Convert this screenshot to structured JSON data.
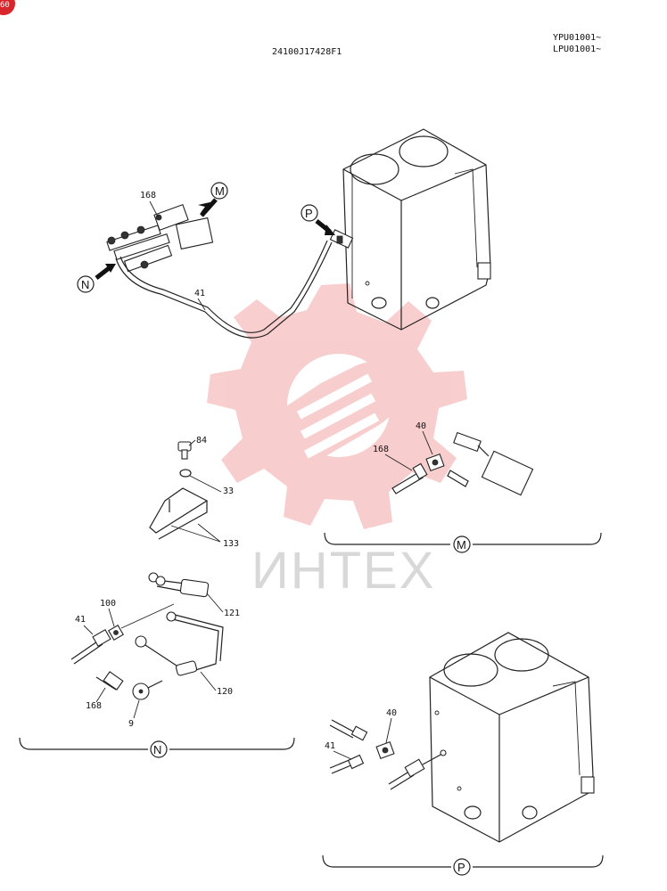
{
  "header": {
    "page_badge": "60",
    "drawing_number": "24100J17428F1",
    "serial_line_1": "YPU01001~",
    "serial_line_2": "LPU01001~"
  },
  "watermark": {
    "text": "ИНТЕХ",
    "color": "#f7c9c9"
  },
  "callouts": {
    "main_M": "M",
    "main_N": "N",
    "main_P": "P",
    "section_M": "M",
    "section_N": "N",
    "section_P": "P"
  },
  "labels": {
    "main_168": "168",
    "main_41": "41",
    "m_84": "84",
    "m_33": "33",
    "m_133": "133",
    "m_168": "168",
    "m_40": "40",
    "n_100": "100",
    "n_41": "41",
    "n_121": "121",
    "n_120": "120",
    "n_168": "168",
    "n_9": "9",
    "p_40": "40",
    "p_41": "41"
  },
  "colors": {
    "badge": "#d8262c",
    "ink": "#222222"
  }
}
